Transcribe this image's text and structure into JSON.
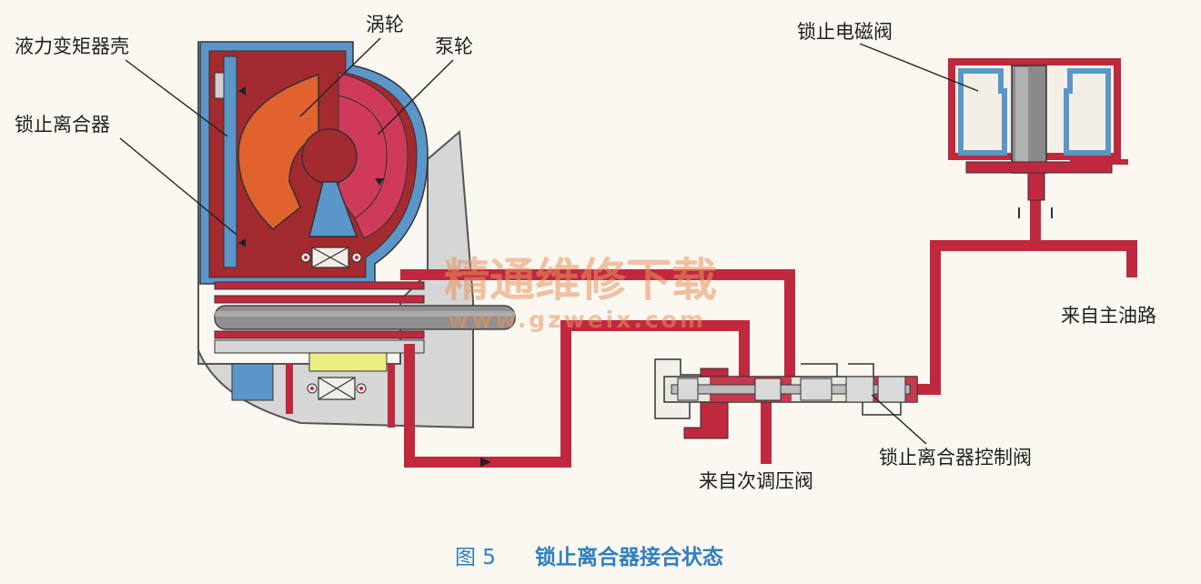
{
  "labels": {
    "converter_housing": "液力变矩器壳",
    "lockup_clutch": "锁止离合器",
    "turbine": "涡轮",
    "pump": "泵轮",
    "lockup_solenoid": "锁止电磁阀",
    "from_main_line": "来自主油路",
    "from_secondary_regulator": "来自次调压阀",
    "lockup_control_valve": "锁止离合器控制阀"
  },
  "watermark": {
    "text_cn": "精通维修下载",
    "text_url": "www.gzweix.com"
  },
  "caption": {
    "figure": "图 5",
    "title": "锁止离合器接合状态"
  },
  "colors": {
    "oil_red": "#c0283e",
    "dark_red": "#a32a2e",
    "turbine_orange": "#e0622d",
    "pump_pink": "#d03a5a",
    "blue": "#5b96c9",
    "gray": "#cfcfcf",
    "yellow": "#ecec84",
    "caption_blue": "#2f7fbf"
  }
}
